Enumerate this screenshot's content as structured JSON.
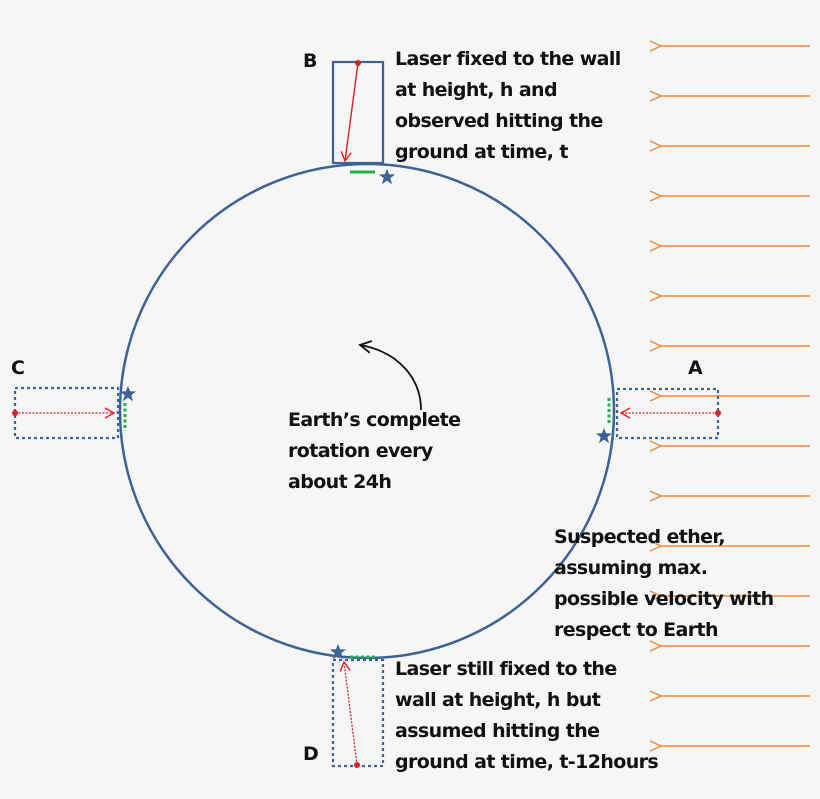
{
  "labels": {
    "a": "A",
    "b": "B",
    "c": "C",
    "d": "D"
  },
  "notes": {
    "b": [
      "Laser fixed to the wall",
      "at height, h and",
      "observed hitting the",
      "ground at time, t"
    ],
    "center": [
      "Earth’s complete",
      "rotation every",
      "about 24h"
    ],
    "ether": [
      "Suspected ether,",
      "assuming max.",
      "possible velocity with",
      "respect to  Earth"
    ],
    "d": [
      "Laser still fixed to the",
      "wall at height, h but",
      "assumed hitting the",
      "ground at time, t-12hours"
    ]
  },
  "colors": {
    "earth": "#3d6396",
    "ether_arrows": "#f08a3c",
    "laser": "#e02020",
    "ground_mark": "#22b04a",
    "star": "#3d6396"
  },
  "icons": {
    "marker": "star-icon",
    "rotation": "curved-arrow-icon"
  }
}
